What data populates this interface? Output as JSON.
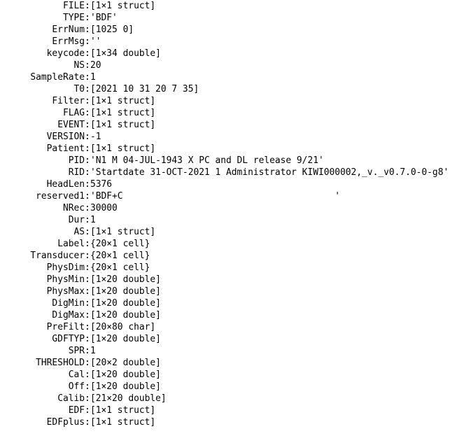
{
  "fields": [
    {
      "key": "FILE",
      "value": "[1×1 struct]"
    },
    {
      "key": "TYPE",
      "value": "'BDF'"
    },
    {
      "key": "ErrNum",
      "value": "[1025 0]"
    },
    {
      "key": "ErrMsg",
      "value": "''"
    },
    {
      "key": "keycode",
      "value": "[1×34 double]"
    },
    {
      "key": "NS",
      "value": "20"
    },
    {
      "key": "SampleRate",
      "value": "1"
    },
    {
      "key": "T0",
      "value": "[2021 10 31 20 7 35]"
    },
    {
      "key": "Filter",
      "value": "[1×1 struct]"
    },
    {
      "key": "FLAG",
      "value": "[1×1 struct]"
    },
    {
      "key": "EVENT",
      "value": "[1×1 struct]"
    },
    {
      "key": "VERSION",
      "value": "-1"
    },
    {
      "key": "Patient",
      "value": "[1×1 struct]"
    },
    {
      "key": "PID",
      "value": "'N1 M 04-JUL-1943 X PC and DL release 9/21'"
    },
    {
      "key": "RID",
      "value": "'Startdate 31-OCT-2021 1 Administrator KIWI000002,_v._v0.7.0-0-g8'"
    },
    {
      "key": "HeadLen",
      "value": "5376"
    },
    {
      "key": "reserved1",
      "value": "'BDF+C                                       '"
    },
    {
      "key": "NRec",
      "value": "30000"
    },
    {
      "key": "Dur",
      "value": "1"
    },
    {
      "key": "AS",
      "value": "[1×1 struct]"
    },
    {
      "key": "Label",
      "value": "{20×1 cell}"
    },
    {
      "key": "Transducer",
      "value": "{20×1 cell}"
    },
    {
      "key": "PhysDim",
      "value": "{20×1 cell}"
    },
    {
      "key": "PhysMin",
      "value": "[1×20 double]"
    },
    {
      "key": "PhysMax",
      "value": "[1×20 double]"
    },
    {
      "key": "DigMin",
      "value": "[1×20 double]"
    },
    {
      "key": "DigMax",
      "value": "[1×20 double]"
    },
    {
      "key": "PreFilt",
      "value": "[20×80 char]"
    },
    {
      "key": "GDFTYP",
      "value": "[1×20 double]"
    },
    {
      "key": "SPR",
      "value": "1"
    },
    {
      "key": "THRESHOLD",
      "value": "[20×2 double]"
    },
    {
      "key": "Cal",
      "value": "[1×20 double]"
    },
    {
      "key": "Off",
      "value": "[1×20 double]"
    },
    {
      "key": "Calib",
      "value": "[21×20 double]"
    },
    {
      "key": "EDF",
      "value": "[1×1 struct]"
    },
    {
      "key": "EDFplus",
      "value": "[1×1 struct]"
    }
  ],
  "separator": ":"
}
